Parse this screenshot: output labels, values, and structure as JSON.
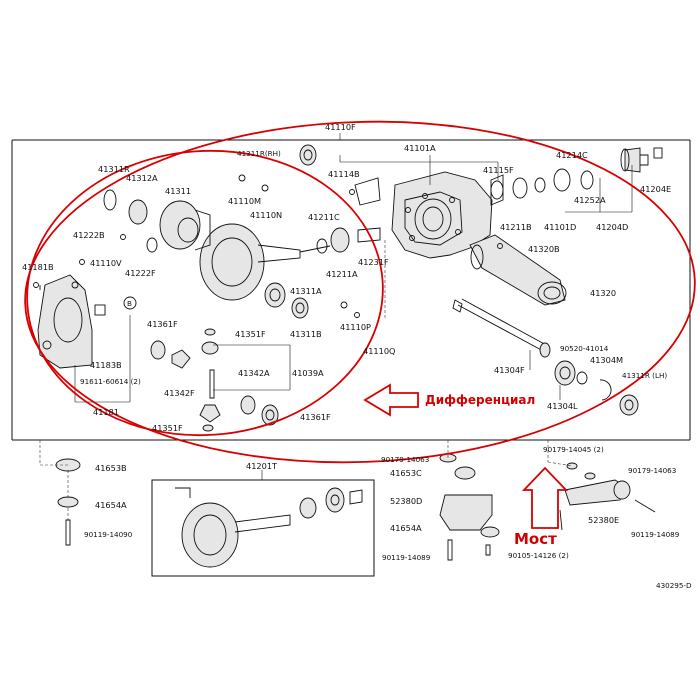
{
  "colors": {
    "annotation": "#d20000",
    "line": "#111111"
  },
  "frame_labels": {
    "main": "41110F",
    "sub": "41201T"
  },
  "annotations": {
    "differential": "Дифференциал",
    "bridge": "Мост"
  },
  "diagram_code": "430295-D",
  "part_labels": {
    "p41311R_top": "41311R",
    "p41312A": "41312A",
    "p41311": "41311",
    "p41311R_RH": "41311R(RH)",
    "p41110M": "41110M",
    "p41110N": "41110N",
    "p41114B": "41114B",
    "p41101A": "41101A",
    "p41115F": "41115F",
    "p41214C": "41214C",
    "p41204E": "41204E",
    "p41222B": "41222B",
    "p41110V": "41110V",
    "p41222F": "41222F",
    "p41211C": "41211C",
    "p41211A": "41211A",
    "p41231F": "41231F",
    "p41211B": "41211B",
    "p41101D": "41101D",
    "p41252A": "41252A",
    "p41204D": "41204D",
    "p41320B": "41320B",
    "p41181B": "41181B",
    "p41311A": "41311A",
    "p41311B": "41311B",
    "p41320": "41320",
    "p41361F_a": "41361F",
    "p41351F_a": "41351F",
    "p41110P": "41110P",
    "p41110Q": "41110Q",
    "p41183B": "41183B",
    "p91611": "91611-60614 (2)",
    "p41342A": "41342A",
    "p41039A": "41039A",
    "p41342F": "41342F",
    "p41181": "41181",
    "p41351F_b": "41351F",
    "p41361F_b": "41361F",
    "p90520": "90520-41014",
    "p41304M": "41304M",
    "p41304F": "41304F",
    "p41304L": "41304L",
    "p41311R_LH": "41311R (LH)",
    "p41653B": "41653B",
    "p90179_a": "90179-14063",
    "p90179_b": "90179-14045 (2)",
    "p90179_c": "90179-14063",
    "p41653C": "41653C",
    "p41654A_l": "41654A",
    "p52380D": "52380D",
    "p41654A_m": "41654A",
    "p52380E": "52380E",
    "p90119_l": "90119-14090",
    "p90119_m": "90119-14089",
    "p90105": "90105-14126 (2)",
    "p90119_r": "90119-14089",
    "circled_B": "B"
  }
}
